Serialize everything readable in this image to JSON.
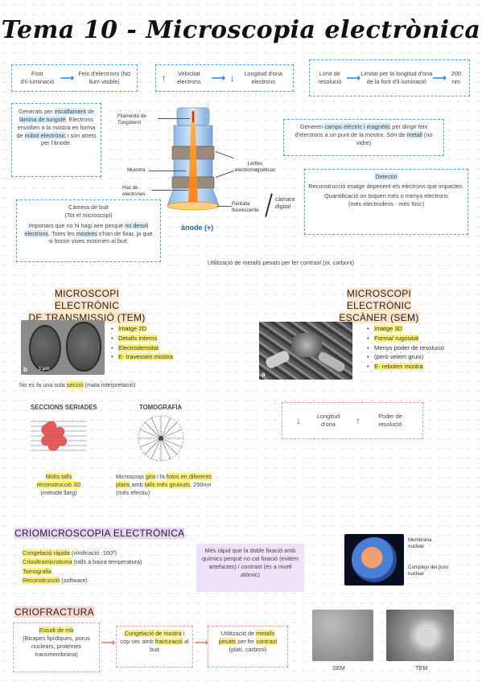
{
  "title": "Tema 10 - Microscopia electrònica",
  "top_flows": {
    "flow1": {
      "a": "Font d'il·luminació",
      "b": "Feix d'electrons (No llum visible)"
    },
    "flow2": {
      "a": "Velocitat electrons",
      "b": "Longitud d'ona electrons"
    },
    "flow3": {
      "a": "Límit de resolució",
      "b": "Limitat per la longitud d'ona de la font d'il·luminació",
      "c": "200 nm"
    }
  },
  "gun_box": {
    "pre": "Generats per ",
    "hl1": "escalfament",
    "mid1": " de ",
    "hl2": "làmina de tungstè",
    "mid2": ". Electrons envolten a la mostra en forma de ",
    "hl3": "núbol electrònic",
    "post": " i són atrets per l'ànode."
  },
  "diagram_labels": {
    "filament": "Filamento de Tungsteno",
    "muestra": "Muestra",
    "haz": "Haz de electrones",
    "lentes": "Lentes electromagnéticas",
    "pantalla": "Pantalla fluorescente",
    "camara_digital": "càmara digital",
    "anode": "ànode (+)",
    "watermark": "wuolah.com"
  },
  "lenses_box": {
    "pre": "Generen ",
    "hl1": "camps elèctric i magnètic",
    "mid": " per dirigir feix d'electrons a un punt de la mostra. Són de ",
    "hl2": "metall",
    "post": " (no vidre)"
  },
  "vacuum_box": {
    "title": "Càmera de buit",
    "sub": "(Tot el microscopi)",
    "pre": "Important que no hi hagi aire perquè ",
    "hl1": "no desvïi electrons",
    "mid": ". Totes les ",
    "hl2": "mostres",
    "post": " s'han de fixar, ja que si fossin vives morirnen al buit."
  },
  "detector_box": {
    "title": "Detector",
    "l1": "Reconstrucció imatge depenent els electrons que impacten.",
    "l2": "Quantificació on toquen més o menys electrons",
    "l3": "(més electrodens - més fosc)"
  },
  "metals_note": "Utilització de metalls pesats per fer contrast (or, carboni)",
  "tem": {
    "heading1": "MICROSCOPI ELECTRÒNIC",
    "heading2": "DE TRANSMISSIÓ (TEM)",
    "bullets": [
      "Imatge 2D",
      "Detalls interns",
      "Electrodensitat",
      "E- travessen mostra"
    ],
    "scale": "1 μm",
    "panel_letter": "b",
    "note_pre": "No es fa una sola ",
    "note_hl": "secció",
    "note_post": " (mala interpretació)"
  },
  "sem": {
    "heading1": "MICROSCOPI ELECTRÒNIC",
    "heading2": "ESCÀNER (SEM)",
    "bullets": [
      "Imatge 3D",
      "Forma/ rugositat",
      "Menys poder de resolució",
      "(però veiem gruix)",
      "E- reboten mostra"
    ],
    "panel_letter": "a"
  },
  "seccions": {
    "title": "SECCIONS SERIADES",
    "t1": "Molts talls",
    "t2": "reconstrucció 3D",
    "t3": "(mètode llarg)"
  },
  "tomografia": {
    "title": "TOMOGRAFIA",
    "pre": "Microscopi ",
    "hl": "gira",
    "mid": " i fa ",
    "hl2": "fotos en diferents plans",
    "mid2": " amb ",
    "hl3": "talls més gruixuts",
    "post": ", 250nm (més efectiu)"
  },
  "resolution_box": {
    "a": "Longitud d'ona",
    "b": "Poder de resolució"
  },
  "crio": {
    "heading": "CRIOMICROSCOPIA ELECTRÒNICA",
    "items": [
      {
        "hl": "Congelació ràpida",
        "rest": " (vitrificació -160º)"
      },
      {
        "hl": "Crioultramicrotoma",
        "rest": " (talls a baixa temperatura)"
      },
      {
        "hl": "Tomografia",
        "rest": ""
      },
      {
        "hl": "Reconstrucció",
        "rest": " (software)"
      }
    ],
    "note": "Més ràpid que la doble fixació amb químics perquè no cal fixació (evitem artefactes) i contrast (és a nivell atòmic)",
    "img_label1": "Membrana nuclear",
    "img_label2": "Complejo del poro nuclear"
  },
  "criofractura": {
    "heading": "CRIOFRACTURA",
    "box1_hl": "Estudi de mb",
    "box1_rest": "(Bicapes lipídiques, porus nuclears, proteïnes transmembrana)",
    "box2_hl1": "Congelació de mostra",
    "box2_mid": " i cop sec amb ",
    "box2_hl2": "fracturació",
    "box2_post": " al buit",
    "box3_pre": "Utilització de ",
    "box3_hl1": "metalls pesats",
    "box3_mid": " per fer ",
    "box3_hl2": "contrast",
    "box3_post": " (platí, carboni)",
    "img_sem": "SEM",
    "img_tem": "TEM"
  }
}
